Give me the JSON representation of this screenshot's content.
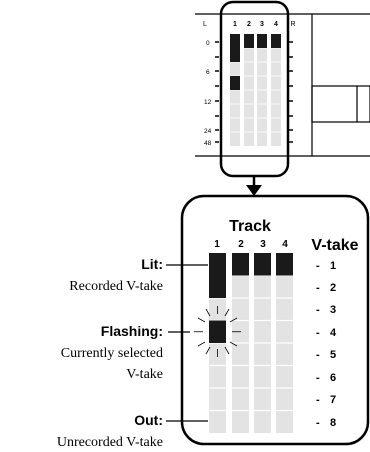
{
  "meter_panel": {
    "left_channel_label": "L",
    "right_channel_label": "R",
    "track_numbers": [
      "1",
      "2",
      "3",
      "4"
    ],
    "scale_labels": [
      "0",
      "6",
      "12",
      "24",
      "48"
    ]
  },
  "zoom": {
    "heading": "Track",
    "track_numbers": [
      "1",
      "2",
      "3",
      "4"
    ],
    "vtake_heading": "V-take",
    "vtake_numbers": [
      "1",
      "2",
      "3",
      "4",
      "5",
      "6",
      "7",
      "8"
    ]
  },
  "legend": {
    "lit_label": "Lit:",
    "lit_desc": "Recorded V-take",
    "flashing_label": "Flashing:",
    "flashing_desc_line1": "Currently selected",
    "flashing_desc_line2": "V-take",
    "out_label": "Out:",
    "out_desc": "Unrecorded V-take"
  }
}
